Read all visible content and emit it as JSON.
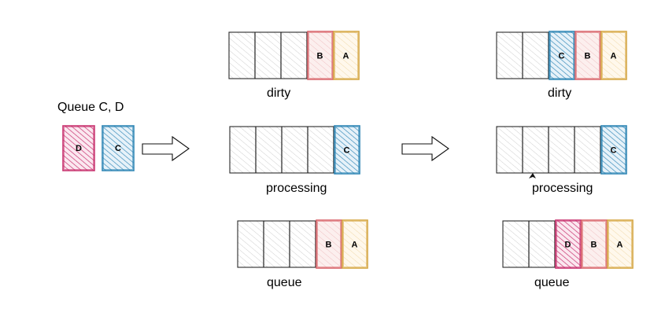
{
  "labels": {
    "queue_cd": "Queue C, D",
    "dirty": "dirty",
    "processing": "processing",
    "queue": "queue"
  },
  "items": {
    "A": "A",
    "B": "B",
    "C": "C",
    "D": "D"
  },
  "colors": {
    "A": "#d6a743",
    "B": "#d9646a",
    "C": "#2f86b5",
    "D": "#c8336f",
    "empty": "#c8c8c8",
    "outline": "#2a2a2a",
    "queue_frame": "#6f93c7"
  },
  "incoming": [
    "D",
    "C"
  ],
  "state_before": {
    "dirty": [
      null,
      null,
      null,
      "B",
      "A"
    ],
    "processing": [
      null,
      null,
      null,
      null,
      "C"
    ],
    "queue": [
      null,
      null,
      null,
      "B",
      "A"
    ]
  },
  "state_after": {
    "dirty": [
      null,
      null,
      "C",
      "B",
      "A"
    ],
    "processing": [
      null,
      null,
      null,
      null,
      "C"
    ],
    "queue": [
      null,
      null,
      "D",
      "B",
      "A"
    ]
  }
}
